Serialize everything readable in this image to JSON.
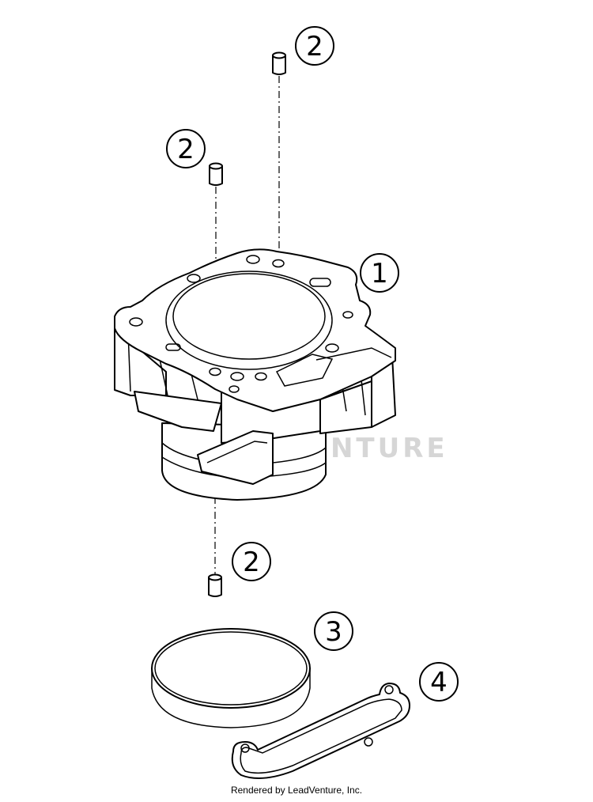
{
  "callouts": [
    {
      "label": "2"
    },
    {
      "label": "2"
    },
    {
      "label": "1"
    },
    {
      "label": "2"
    },
    {
      "label": "3"
    },
    {
      "label": "4"
    }
  ],
  "watermark": "LEADVENTURE",
  "footer": "Rendered by LeadVenture, Inc."
}
